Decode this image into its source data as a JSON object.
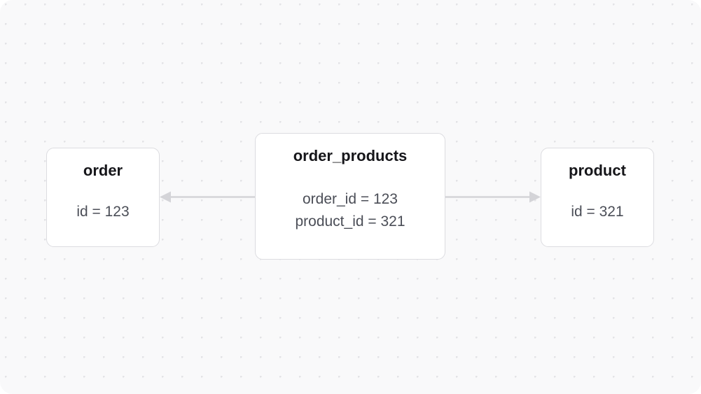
{
  "canvas": {
    "background_color": "#f9f9fa",
    "dot_color": "#e3e3e6",
    "outer_color": "#ffffff"
  },
  "diagram": {
    "type": "entity-relationship-record-graph",
    "edge_color": "#d4d4d8",
    "node_border_color": "#dcdce0",
    "node_fill_color": "#ffffff",
    "title_color": "#16161a",
    "attribute_color": "#4b4e57",
    "nodes": [
      {
        "id": "order",
        "title": "order",
        "attributes": [
          "id = 123"
        ]
      },
      {
        "id": "order_products",
        "title": "order_products",
        "attributes": [
          "order_id = 123",
          "product_id = 321"
        ]
      },
      {
        "id": "product",
        "title": "product",
        "attributes": [
          "id = 321"
        ]
      }
    ],
    "edges": [
      {
        "id": "edge-order-products-to-order",
        "from": "order_products",
        "to": "order",
        "direction": "left",
        "arrowhead": "filled-triangle"
      },
      {
        "id": "edge-order-products-to-product",
        "from": "order_products",
        "to": "product",
        "direction": "right",
        "arrowhead": "filled-triangle"
      }
    ]
  }
}
